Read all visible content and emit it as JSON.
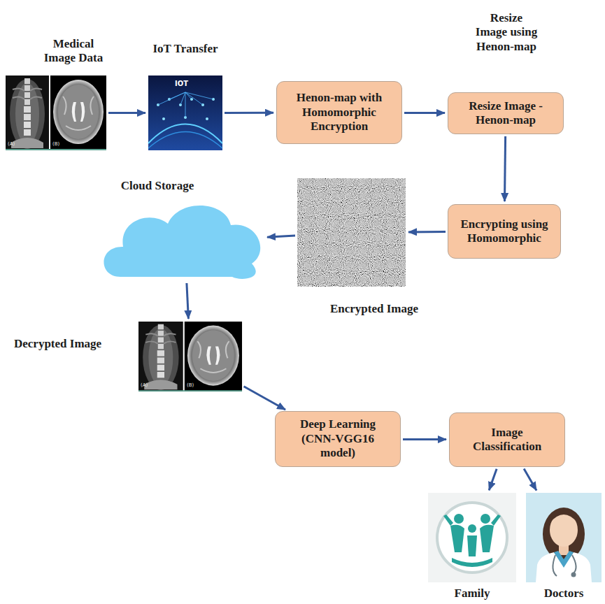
{
  "diagram": {
    "nodes": [
      {
        "text": [
          "Medical Image Data"
        ]
      },
      {
        "text": [
          "IoT Transfer"
        ]
      },
      {
        "text": [
          "Henon-map with Homomorphic Encryption"
        ]
      },
      {
        "text": [
          "Resize Image using Henon-map",
          "Resize Image - Henon-map"
        ]
      },
      {
        "text": [
          "Encrypting using Homomorphic"
        ]
      },
      {
        "text": [
          "Encrypted Image"
        ]
      },
      {
        "text": [
          "Cloud Storage"
        ]
      },
      {
        "text": [
          "Decrypted Image"
        ]
      },
      {
        "text": [
          "Deep Learning (CNN-VGG16 model)"
        ]
      },
      {
        "text": [
          "Image Classification"
        ]
      },
      {
        "text": [
          "Family"
        ]
      },
      {
        "text": [
          "Doctors"
        ]
      }
    ],
    "edges": [
      {
        "from": 0,
        "to": 1,
        "arrow": "to"
      },
      {
        "from": 1,
        "to": 2,
        "arrow": "to"
      },
      {
        "from": 2,
        "to": 3,
        "arrow": "to"
      },
      {
        "from": 3,
        "to": 4,
        "arrow": "to"
      },
      {
        "from": 4,
        "to": 5,
        "arrow": "to"
      },
      {
        "from": 5,
        "to": 6,
        "arrow": "to"
      },
      {
        "from": 6,
        "to": 7,
        "arrow": "to"
      },
      {
        "from": 7,
        "to": 8,
        "arrow": "to"
      },
      {
        "from": 8,
        "to": 9,
        "arrow": "to"
      },
      {
        "from": 9,
        "to": 10,
        "arrow": "to"
      },
      {
        "from": 9,
        "to": 11,
        "arrow": "to"
      }
    ],
    "labels": [
      "(A)",
      "(B)",
      "IOT",
      "(A)",
      "(B)"
    ]
  }
}
